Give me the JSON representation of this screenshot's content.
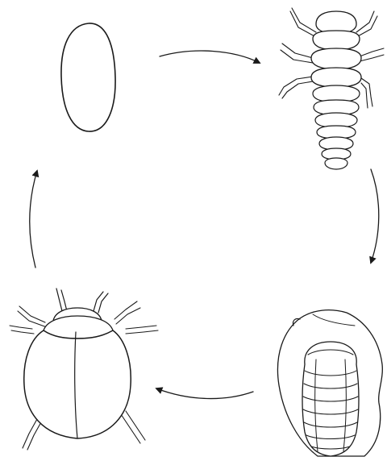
{
  "diagram": {
    "stages": [
      {
        "id": "egg",
        "icon": "egg-icon"
      },
      {
        "id": "larva",
        "icon": "larva-icon"
      },
      {
        "id": "pupa",
        "icon": "pupa-icon"
      },
      {
        "id": "adult",
        "icon": "ladybug-adult-icon"
      }
    ],
    "cycle_order": [
      "egg",
      "larva",
      "pupa",
      "adult"
    ],
    "line_color": "#1a1a1a",
    "background_color": "#ffffff"
  }
}
